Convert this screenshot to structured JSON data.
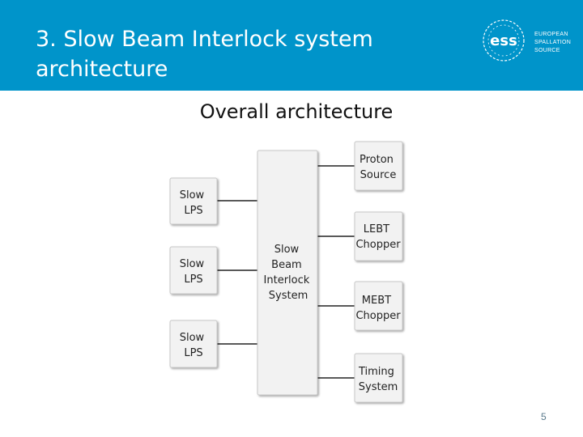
{
  "slide": {
    "title": "3. Slow Beam Interlock system\narchitecture",
    "subtitle": "Overall architecture",
    "page_number": "5",
    "header_color": "#0094ca"
  },
  "logo": {
    "mark": "ess",
    "text": "EUROPEAN\nSPALLATION\nSOURCE"
  },
  "diagram": {
    "center": {
      "lines": [
        "Slow",
        "Beam",
        "Interlock",
        "System"
      ]
    },
    "inputs": [
      {
        "lines": [
          "Slow",
          "LPS"
        ]
      },
      {
        "lines": [
          "Slow",
          "LPS"
        ]
      },
      {
        "lines": [
          "Slow",
          "LPS"
        ]
      }
    ],
    "outputs": [
      {
        "lines": [
          "Proton",
          "Source"
        ]
      },
      {
        "lines": [
          "LEBT",
          "Chopper"
        ]
      },
      {
        "lines": [
          "MEBT",
          "Chopper"
        ]
      },
      {
        "lines": [
          "Timing",
          "System"
        ]
      }
    ]
  }
}
